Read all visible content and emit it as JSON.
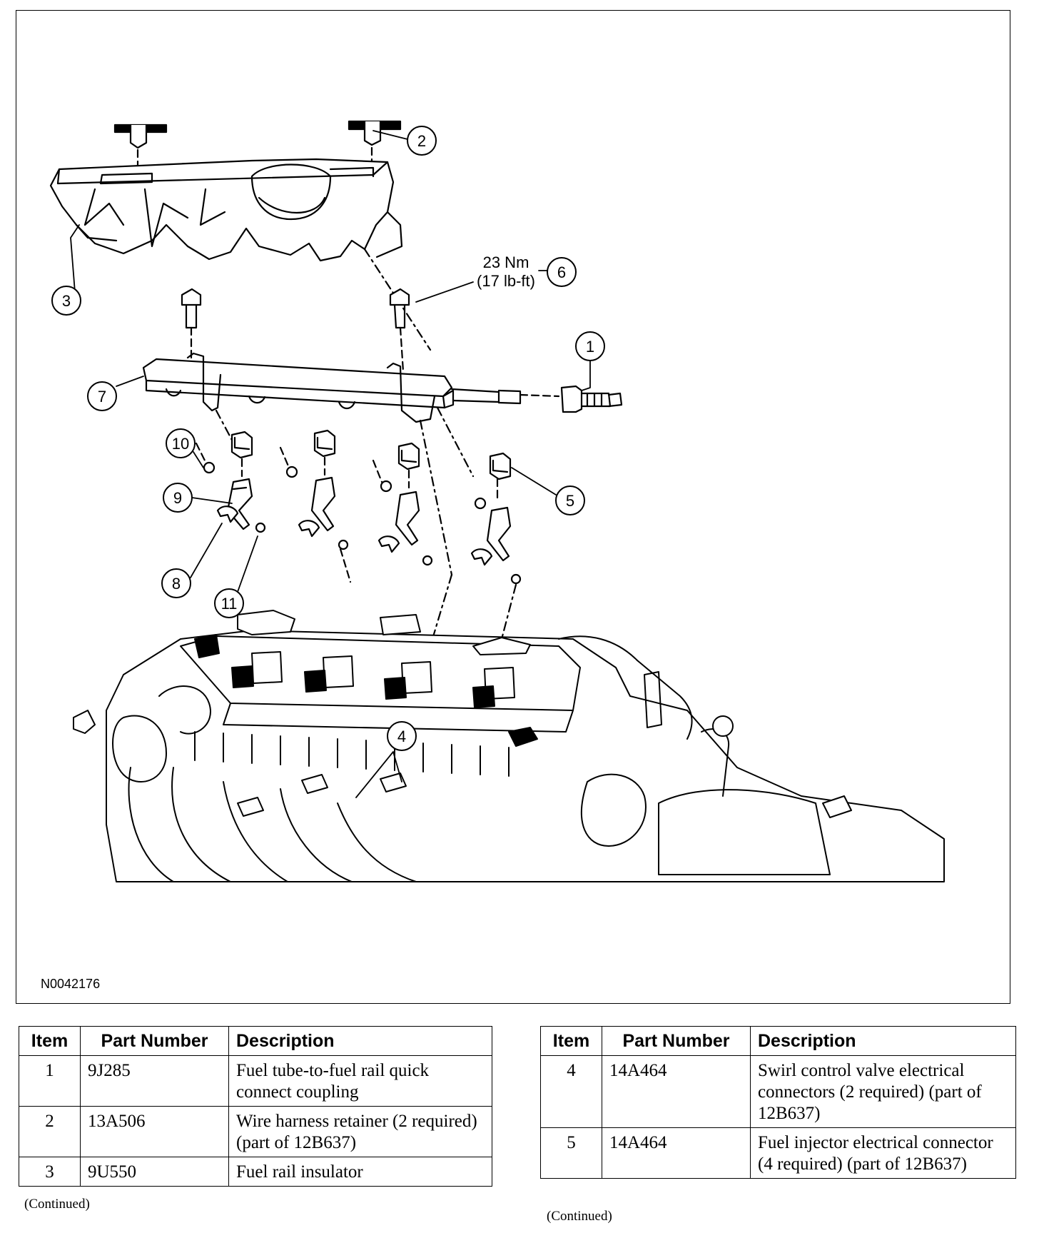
{
  "figure": {
    "id": "N0042176",
    "torque_value": "23 Nm",
    "torque_imperial": "(17 lb-ft)",
    "callouts": [
      "1",
      "2",
      "3",
      "4",
      "5",
      "6",
      "7",
      "8",
      "9",
      "10",
      "11"
    ]
  },
  "tables": [
    {
      "headers": [
        "Item",
        "Part Number",
        "Description"
      ],
      "rows": [
        {
          "item": "1",
          "part": "9J285",
          "description": "Fuel tube-to-fuel rail quick connect coupling"
        },
        {
          "item": "2",
          "part": "13A506",
          "description": "Wire harness retainer (2 required) (part of 12B637)"
        },
        {
          "item": "3",
          "part": "9U550",
          "description": "Fuel rail insulator"
        }
      ],
      "footer": "(Continued)"
    },
    {
      "headers": [
        "Item",
        "Part Number",
        "Description"
      ],
      "rows": [
        {
          "item": "4",
          "part": "14A464",
          "description": "Swirl control valve electrical connectors (2 required) (part of 12B637)"
        },
        {
          "item": "5",
          "part": "14A464",
          "description": "Fuel injector electrical connector (4 required) (part of 12B637)"
        }
      ],
      "footer": "(Continued)"
    }
  ]
}
